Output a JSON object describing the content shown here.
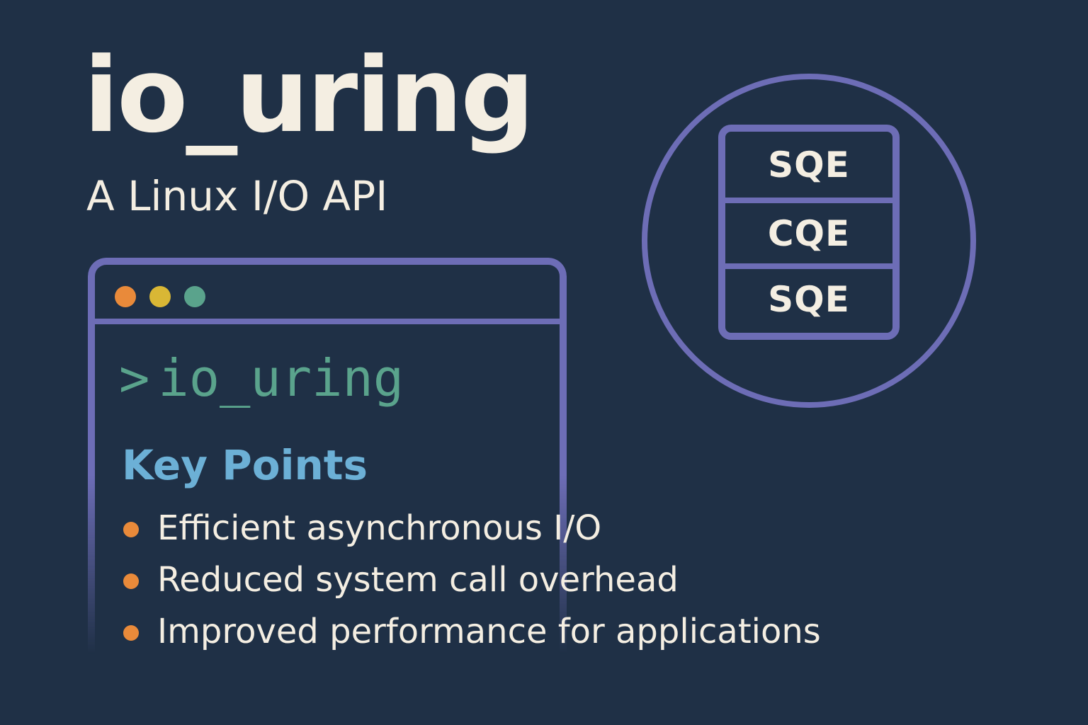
{
  "header": {
    "title": "io_uring",
    "subtitle": "A Linux I/O API"
  },
  "terminal": {
    "dots": [
      {
        "color_name": "orange",
        "color": "#e98a3a"
      },
      {
        "color_name": "yellow",
        "color": "#d9b735"
      },
      {
        "color_name": "green",
        "color": "#5aa38c"
      }
    ],
    "prompt_symbol": ">",
    "command": "io_uring"
  },
  "key_points": {
    "heading": "Key Points",
    "items": [
      "Efficient asynchronous I/O",
      "Reduced system call overhead",
      "Improved performance for applications"
    ]
  },
  "ring_diagram": {
    "slots": [
      "SQE",
      "CQE",
      "SQE"
    ]
  },
  "colors": {
    "background": "#1f3046",
    "accent_purple": "#6d6db6",
    "text_cream": "#f4eee2",
    "heading_blue": "#6cb0d6",
    "prompt_green": "#5aa38c",
    "bullet_orange": "#e98a3a"
  }
}
